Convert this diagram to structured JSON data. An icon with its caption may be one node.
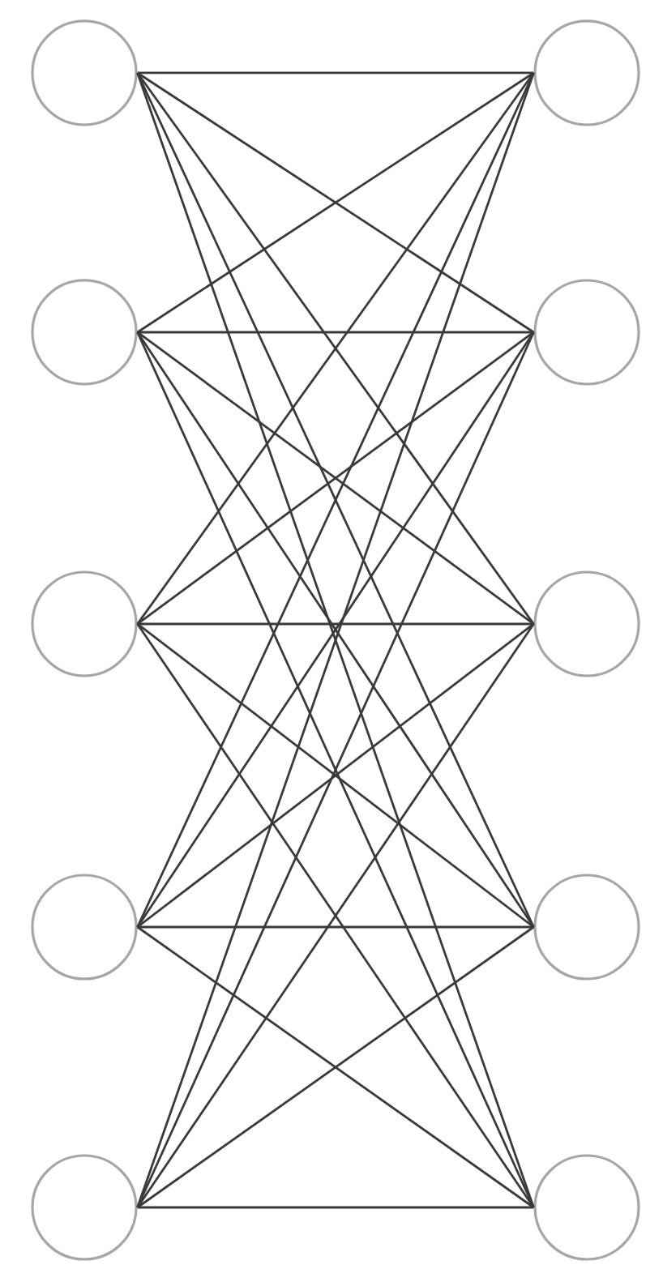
{
  "diagram": {
    "nodes": [
      {
        "text": [],
        "shape": "circle"
      },
      {
        "text": [],
        "shape": "circle"
      },
      {
        "text": [],
        "shape": "circle"
      },
      {
        "text": [],
        "shape": "circle"
      },
      {
        "text": [],
        "shape": "circle"
      },
      {
        "text": [],
        "shape": "circle"
      },
      {
        "text": [],
        "shape": "circle"
      },
      {
        "text": [],
        "shape": "circle"
      },
      {
        "text": [],
        "shape": "circle"
      },
      {
        "text": [],
        "shape": "circle"
      }
    ],
    "edges": [
      {
        "from": 0,
        "to": 1,
        "arrow": "none"
      },
      {
        "from": 0,
        "to": 3,
        "arrow": "none"
      },
      {
        "from": 0,
        "to": 5,
        "arrow": "none"
      },
      {
        "from": 0,
        "to": 7,
        "arrow": "none"
      },
      {
        "from": 0,
        "to": 9,
        "arrow": "none"
      },
      {
        "from": 2,
        "to": 1,
        "arrow": "none"
      },
      {
        "from": 2,
        "to": 3,
        "arrow": "none"
      },
      {
        "from": 2,
        "to": 5,
        "arrow": "none"
      },
      {
        "from": 2,
        "to": 7,
        "arrow": "none"
      },
      {
        "from": 2,
        "to": 9,
        "arrow": "none"
      },
      {
        "from": 4,
        "to": 1,
        "arrow": "none"
      },
      {
        "from": 4,
        "to": 3,
        "arrow": "none"
      },
      {
        "from": 4,
        "to": 5,
        "arrow": "none"
      },
      {
        "from": 4,
        "to": 7,
        "arrow": "none"
      },
      {
        "from": 4,
        "to": 9,
        "arrow": "none"
      },
      {
        "from": 6,
        "to": 1,
        "arrow": "none"
      },
      {
        "from": 6,
        "to": 3,
        "arrow": "none"
      },
      {
        "from": 6,
        "to": 5,
        "arrow": "none"
      },
      {
        "from": 6,
        "to": 7,
        "arrow": "none"
      },
      {
        "from": 6,
        "to": 9,
        "arrow": "none"
      },
      {
        "from": 8,
        "to": 1,
        "arrow": "none"
      },
      {
        "from": 8,
        "to": 3,
        "arrow": "none"
      },
      {
        "from": 8,
        "to": 5,
        "arrow": "none"
      },
      {
        "from": 8,
        "to": 7,
        "arrow": "none"
      },
      {
        "from": 8,
        "to": 9,
        "arrow": "none"
      }
    ]
  }
}
